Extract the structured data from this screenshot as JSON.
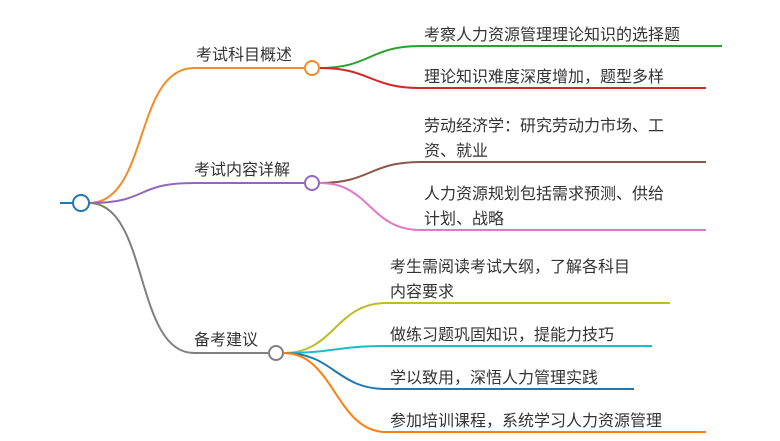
{
  "mindmap": {
    "branches": [
      {
        "label": "考试科目概述",
        "color": "#f28c28",
        "children": [
          {
            "lines": [
              "考察人力资源管理理论知识的选择题"
            ],
            "color": "#2ca02c"
          },
          {
            "lines": [
              "理论知识难度深度增加，题型多样"
            ],
            "color": "#d62728"
          }
        ]
      },
      {
        "label": "考试内容详解",
        "color": "#9467bd",
        "children": [
          {
            "lines": [
              "劳动经济学：研究劳动力市场、工",
              "资、就业"
            ],
            "color": "#8c564b"
          },
          {
            "lines": [
              "人力资源规划包括需求预测、供给",
              "计划、战略"
            ],
            "color": "#e377c2"
          }
        ]
      },
      {
        "label": "备考建议",
        "color": "#7f7f7f",
        "children": [
          {
            "lines": [
              "考生需阅读考试大纲，了解各科目",
              "内容要求"
            ],
            "color": "#bcbd22"
          },
          {
            "lines": [
              "做练习题巩固知识，提能力技巧"
            ],
            "color": "#17becf"
          },
          {
            "lines": [
              "学以致用，深悟人力管理实践"
            ],
            "color": "#1f77b4"
          },
          {
            "lines": [
              "参加培训课程，系统学习人力资源管理"
            ],
            "color": "#ff7f0e"
          }
        ]
      }
    ],
    "root_color": "#1f77b4"
  }
}
